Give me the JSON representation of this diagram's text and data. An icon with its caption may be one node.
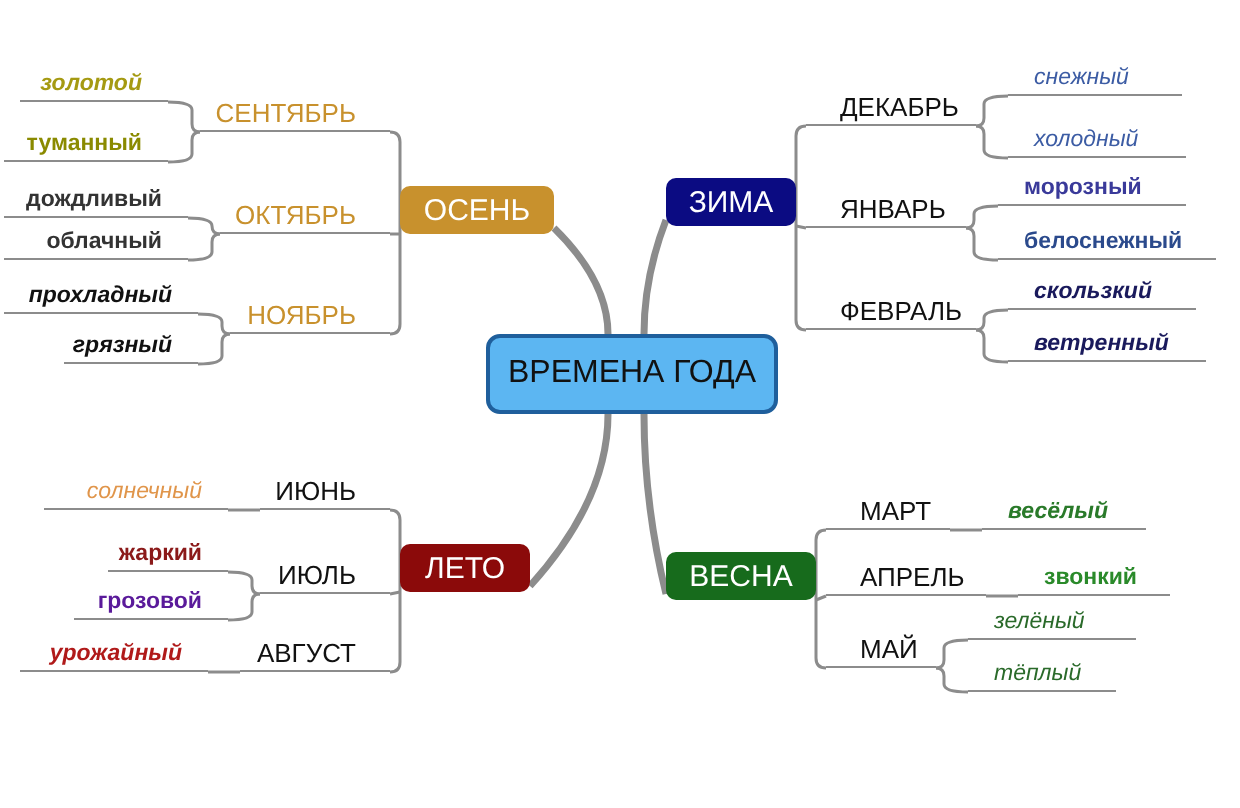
{
  "diagram": {
    "nodes": [
      {
        "text": [
          "ВРЕМЕНА ГОДА"
        ]
      },
      {
        "text": [
          "ОСЕНЬ"
        ]
      },
      {
        "text": [
          "СЕНТЯБРЬ"
        ]
      },
      {
        "text": [
          "золотой"
        ]
      },
      {
        "text": [
          "туманный"
        ]
      },
      {
        "text": [
          "ОКТЯБРЬ"
        ]
      },
      {
        "text": [
          "дождливый"
        ]
      },
      {
        "text": [
          "облачный"
        ]
      },
      {
        "text": [
          "НОЯБРЬ"
        ]
      },
      {
        "text": [
          "прохладный"
        ]
      },
      {
        "text": [
          "грязный"
        ]
      },
      {
        "text": [
          "ЗИМА"
        ]
      },
      {
        "text": [
          "ДЕКАБРЬ"
        ]
      },
      {
        "text": [
          "снежный"
        ]
      },
      {
        "text": [
          "холодный"
        ]
      },
      {
        "text": [
          "ЯНВАРЬ"
        ]
      },
      {
        "text": [
          "морозный"
        ]
      },
      {
        "text": [
          "белоснежный"
        ]
      },
      {
        "text": [
          "ФЕВРАЛЬ"
        ]
      },
      {
        "text": [
          "скользкий"
        ]
      },
      {
        "text": [
          "ветренный"
        ]
      },
      {
        "text": [
          "ЛЕТО"
        ]
      },
      {
        "text": [
          "ИЮНЬ"
        ]
      },
      {
        "text": [
          "солнечный"
        ]
      },
      {
        "text": [
          "ИЮЛЬ"
        ]
      },
      {
        "text": [
          "жаркий"
        ]
      },
      {
        "text": [
          "грозовой"
        ]
      },
      {
        "text": [
          "АВГУСТ"
        ]
      },
      {
        "text": [
          "урожайный"
        ]
      },
      {
        "text": [
          "ВЕСНА"
        ]
      },
      {
        "text": [
          "МАРТ"
        ]
      },
      {
        "text": [
          "весёлый"
        ]
      },
      {
        "text": [
          "АПРЕЛЬ"
        ]
      },
      {
        "text": [
          "звонкий"
        ]
      },
      {
        "text": [
          "МАЙ"
        ]
      },
      {
        "text": [
          "зелёный"
        ]
      },
      {
        "text": [
          "тёплый"
        ]
      }
    ],
    "edges": [
      {
        "from": 0,
        "to": 1,
        "arrow": "none",
        "style": "thick"
      },
      {
        "from": 0,
        "to": 11,
        "arrow": "none",
        "style": "thick"
      },
      {
        "from": 0,
        "to": 21,
        "arrow": "none",
        "style": "thick"
      },
      {
        "from": 0,
        "to": 29,
        "arrow": "none",
        "style": "thick"
      },
      {
        "from": 1,
        "to": 2,
        "arrow": "none"
      },
      {
        "from": 2,
        "to": 3,
        "arrow": "none"
      },
      {
        "from": 2,
        "to": 4,
        "arrow": "none"
      },
      {
        "from": 1,
        "to": 5,
        "arrow": "none"
      },
      {
        "from": 5,
        "to": 6,
        "arrow": "none"
      },
      {
        "from": 5,
        "to": 7,
        "arrow": "none"
      },
      {
        "from": 1,
        "to": 8,
        "arrow": "none"
      },
      {
        "from": 8,
        "to": 9,
        "arrow": "none"
      },
      {
        "from": 8,
        "to": 10,
        "arrow": "none"
      },
      {
        "from": 11,
        "to": 12,
        "arrow": "none"
      },
      {
        "from": 12,
        "to": 13,
        "arrow": "none"
      },
      {
        "from": 12,
        "to": 14,
        "arrow": "none"
      },
      {
        "from": 11,
        "to": 15,
        "arrow": "none"
      },
      {
        "from": 15,
        "to": 16,
        "arrow": "none"
      },
      {
        "from": 15,
        "to": 17,
        "arrow": "none"
      },
      {
        "from": 11,
        "to": 18,
        "arrow": "none"
      },
      {
        "from": 18,
        "to": 19,
        "arrow": "none"
      },
      {
        "from": 18,
        "to": 20,
        "arrow": "none"
      },
      {
        "from": 21,
        "to": 22,
        "arrow": "none"
      },
      {
        "from": 22,
        "to": 23,
        "arrow": "none"
      },
      {
        "from": 21,
        "to": 24,
        "arrow": "none"
      },
      {
        "from": 24,
        "to": 25,
        "arrow": "none"
      },
      {
        "from": 24,
        "to": 26,
        "arrow": "none"
      },
      {
        "from": 21,
        "to": 27,
        "arrow": "none"
      },
      {
        "from": 27,
        "to": 28,
        "arrow": "none"
      },
      {
        "from": 29,
        "to": 30,
        "arrow": "none"
      },
      {
        "from": 30,
        "to": 31,
        "arrow": "none"
      },
      {
        "from": 29,
        "to": 32,
        "arrow": "none"
      },
      {
        "from": 32,
        "to": 33,
        "arrow": "none"
      },
      {
        "from": 29,
        "to": 34,
        "arrow": "none"
      },
      {
        "from": 34,
        "to": 35,
        "arrow": "none"
      },
      {
        "from": 34,
        "to": 36,
        "arrow": "none"
      }
    ]
  }
}
